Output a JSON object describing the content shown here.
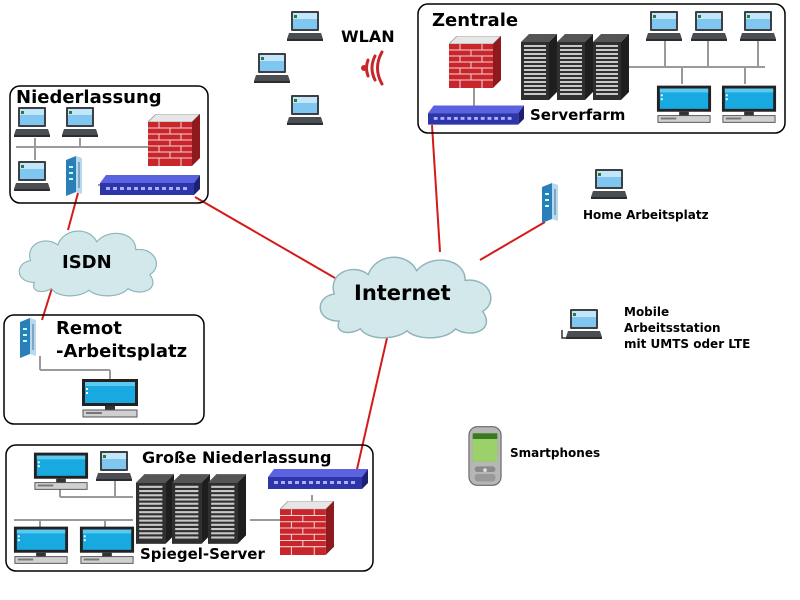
{
  "zones": {
    "zentrale": "Zentrale",
    "niederlassung": "Niederlassung",
    "remot_line1": "Remot",
    "remot_line2": "-Arbeitsplatz",
    "gross": "Große Niederlassung"
  },
  "labels": {
    "wlan": "WLAN",
    "serverfarm": "Serverfarm",
    "isdn": "ISDN",
    "internet": "Internet",
    "home": "Home Arbeitsplatz",
    "mobile_line1": "Mobile",
    "mobile_line2": "Arbeitsstation",
    "mobile_line3": "mit UMTS oder LTE",
    "smartphones": "Smartphones",
    "spiegel": "Spiegel-Server"
  },
  "colors": {
    "link": "#d41a1a",
    "lan": "#9a9a9a",
    "cloud": "#d3e8ea",
    "firewall": "#c8262b",
    "switch": "#3a42c0",
    "screen": "#1aa6dc"
  },
  "icons": {
    "laptop": "laptop-icon",
    "monitor": "monitor-icon",
    "server": "server-rack-icon",
    "firewall": "firewall-icon",
    "switch": "network-switch-icon",
    "modem": "modem-icon",
    "wifi": "wifi-signal-icon",
    "phone": "smartphone-icon"
  }
}
